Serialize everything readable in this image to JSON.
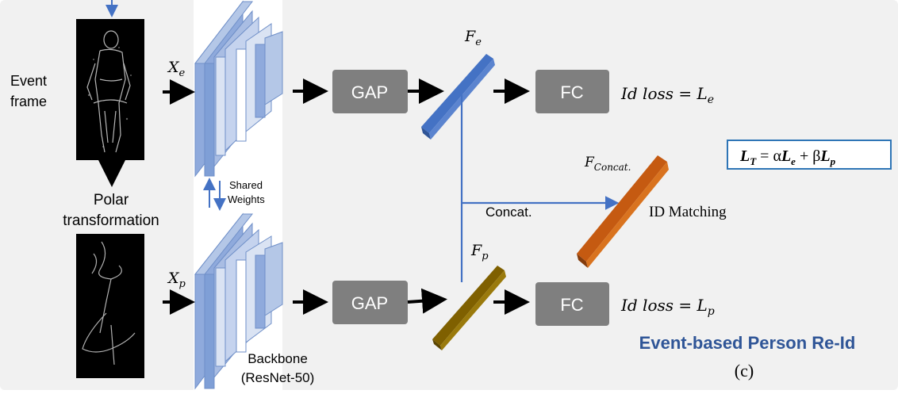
{
  "labels": {
    "event_frame_line1": "Event",
    "event_frame_line2": "frame",
    "polar_line1": "Polar",
    "polar_line2": "transformation",
    "shared_line1": "Shared",
    "shared_line2": "Weights",
    "backbone_line1": "Backbone",
    "backbone_line2": "(ResNet-50)",
    "gap_top": "GAP",
    "gap_bottom": "GAP",
    "fc_top": "FC",
    "fc_bottom": "FC",
    "concat": "Concat.",
    "id_matching": "ID Matching",
    "subfigure": "(c)",
    "title": "Event-based Person Re-Id"
  },
  "math": {
    "xe_base": "X",
    "xe_sub": "e",
    "xp_base": "X",
    "xp_sub": "p",
    "fe_base": "F",
    "fe_sub": "e",
    "fp_base": "F",
    "fp_sub": "p",
    "fconcat_base": "F",
    "fconcat_sub": "Concat.",
    "loss_top_text": "Id loss = L",
    "loss_top_sub": "e",
    "loss_bottom_text": "Id loss = L",
    "loss_bottom_sub": "p",
    "lt_base": "L",
    "lt_sub": "T",
    "lt_eq": " = α",
    "lt_le": "L",
    "lt_le_sub": "e",
    "lt_plus": " + β",
    "lt_lp": "L",
    "lt_lp_sub": "p"
  },
  "colors": {
    "background_panel": "#f1f1f1",
    "backbone_panel": "#ffffff",
    "cnn_blue": "#8faadc",
    "gap_fc_box": "#7f7f7f",
    "fe_bar": "#4472c4",
    "fp_bar": "#7f6000",
    "fconcat_bar": "#c55a11",
    "connector_blue": "#4472c4",
    "title_blue": "#2f5597"
  }
}
